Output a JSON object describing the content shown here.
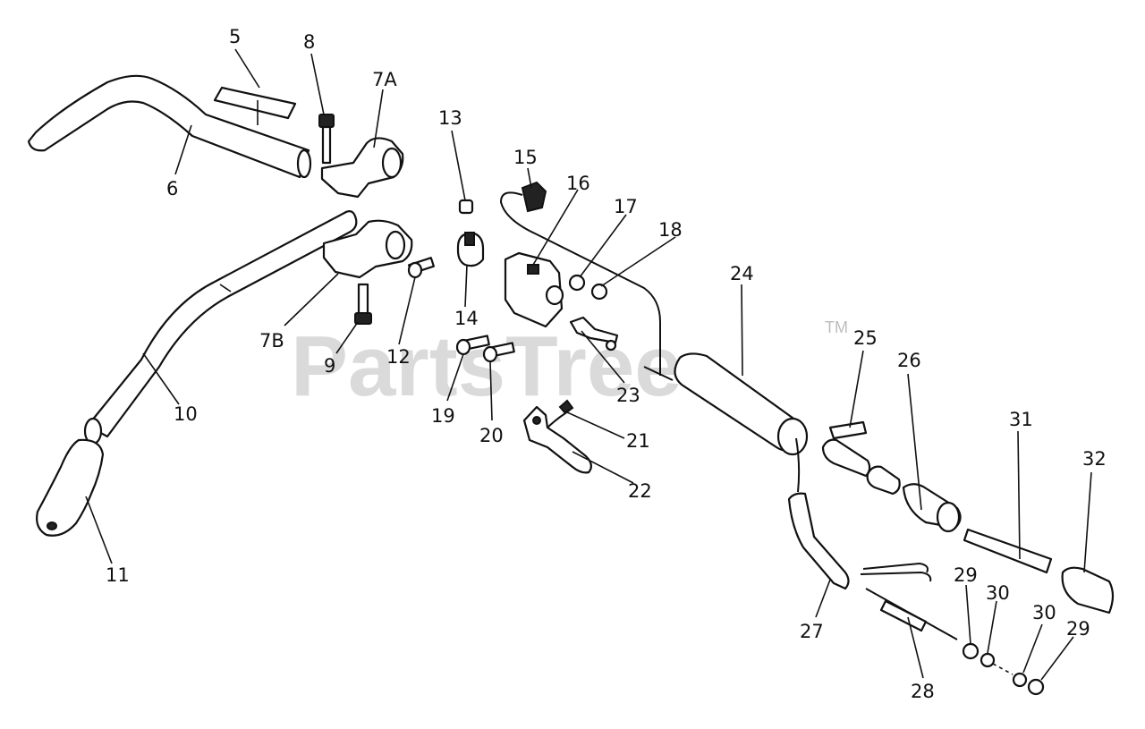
{
  "watermark": {
    "text": "PartsTree",
    "tm": "TM"
  },
  "callouts": [
    {
      "id": "c5",
      "label": "5"
    },
    {
      "id": "c8",
      "label": "8"
    },
    {
      "id": "c7a",
      "label": "7A"
    },
    {
      "id": "c6",
      "label": "6"
    },
    {
      "id": "c13",
      "label": "13"
    },
    {
      "id": "c15",
      "label": "15"
    },
    {
      "id": "c16",
      "label": "16"
    },
    {
      "id": "c17",
      "label": "17"
    },
    {
      "id": "c18",
      "label": "18"
    },
    {
      "id": "c24",
      "label": "24"
    },
    {
      "id": "c14",
      "label": "14"
    },
    {
      "id": "c12",
      "label": "12"
    },
    {
      "id": "c7b",
      "label": "7B"
    },
    {
      "id": "c9",
      "label": "9"
    },
    {
      "id": "c19",
      "label": "19"
    },
    {
      "id": "c20",
      "label": "20"
    },
    {
      "id": "c23",
      "label": "23"
    },
    {
      "id": "c21",
      "label": "21"
    },
    {
      "id": "c22",
      "label": "22"
    },
    {
      "id": "c10",
      "label": "10"
    },
    {
      "id": "c11",
      "label": "11"
    },
    {
      "id": "c25",
      "label": "25"
    },
    {
      "id": "c26",
      "label": "26"
    },
    {
      "id": "c31",
      "label": "31"
    },
    {
      "id": "c32",
      "label": "32"
    },
    {
      "id": "c27",
      "label": "27"
    },
    {
      "id": "c28",
      "label": "28"
    },
    {
      "id": "c29a",
      "label": "29"
    },
    {
      "id": "c30a",
      "label": "30"
    },
    {
      "id": "c30b",
      "label": "30"
    },
    {
      "id": "c29b",
      "label": "29"
    }
  ]
}
